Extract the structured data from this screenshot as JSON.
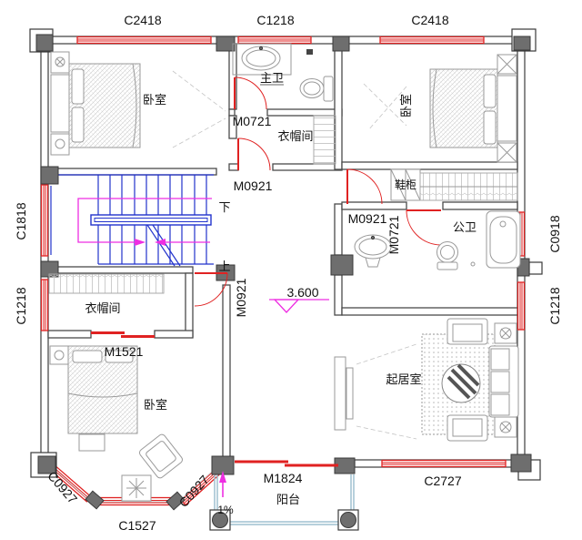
{
  "colors": {
    "window_red": "#e02222",
    "door_red": "#e02222",
    "stair_blue": "#2233cc",
    "guide_magenta": "#ee2ee2",
    "balcony_teal": "#9fc0d0",
    "wall_gray": "#4a4a4a",
    "column_gray": "#6e6e6e"
  },
  "rooms": {
    "bedroom_top_left": "卧室",
    "master_bath": "主卫",
    "closet_top": "衣帽间",
    "bedroom_top_right": "卧室",
    "shoe_cabinet": "鞋柜",
    "public_bath": "公卫",
    "closet_bottom": "衣帽间",
    "bedroom_bottom_left": "卧室",
    "living_room": "起居室",
    "balcony": "阳台"
  },
  "windows": {
    "top_left": "C2418",
    "top_center": "C1218",
    "top_right": "C2418",
    "left_upper": "C1818",
    "left_lower": "C1218",
    "right_upper": "C0918",
    "right_lower": "C1218",
    "bottom_right": "C2727",
    "bay_left": "C0927",
    "bay_bottom": "C1527",
    "bay_right": "C0927"
  },
  "doors": {
    "master_bath": "M0721",
    "closet_top_hall": "M0921",
    "bedroom_top_right": "M0921",
    "public_bath": "M0721",
    "bedroom_bottom_left": "M0921",
    "closet_bottom_slide": "M1521",
    "balcony_slide": "M1824"
  },
  "stairs": {
    "down": "下",
    "up": "上"
  },
  "annotations": {
    "floor_elevation": "3.600",
    "balcony_slope": "1%"
  }
}
